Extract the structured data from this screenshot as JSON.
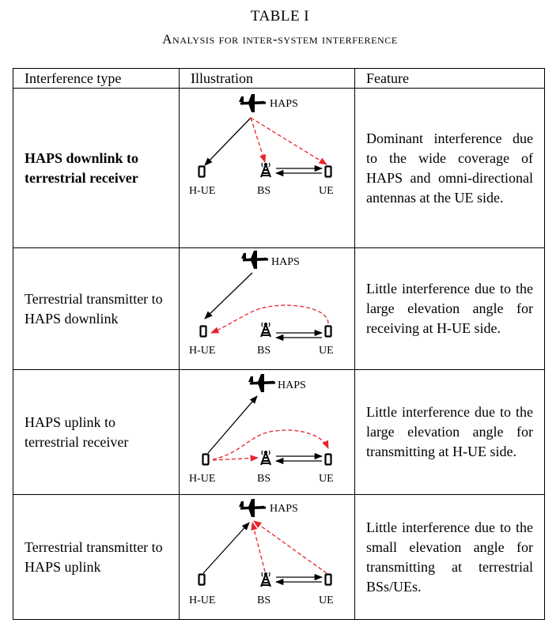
{
  "caption": {
    "number": "TABLE I",
    "title": "Analysis for inter-system interference"
  },
  "headers": [
    "Interference type",
    "Illustration",
    "Feature"
  ],
  "labels": {
    "haps": "HAPS",
    "hue": "H-UE",
    "bs": "BS",
    "ue": "UE"
  },
  "colors": {
    "interference": "#e8232a",
    "link": "#000000"
  },
  "rows": [
    {
      "type": "HAPS downlink to terrestrial receiver",
      "bold": true,
      "feature": "Dominant interference due to the wide coverage of HAPS and omni-directional antennas at the UE side."
    },
    {
      "type": "Terrestrial transmitter to HAPS downlink",
      "bold": false,
      "feature": "Little interference due to the large elevation angle for receiving at H-UE side."
    },
    {
      "type": "HAPS uplink to terrestrial receiver",
      "bold": false,
      "feature": "Little interference due to the large elevation angle for transmitting at H-UE side."
    },
    {
      "type": "Terrestrial transmitter to HAPS uplink",
      "bold": false,
      "feature": "Little interference due to the small elevation angle for transmitting at terrestrial BSs/UEs."
    }
  ]
}
